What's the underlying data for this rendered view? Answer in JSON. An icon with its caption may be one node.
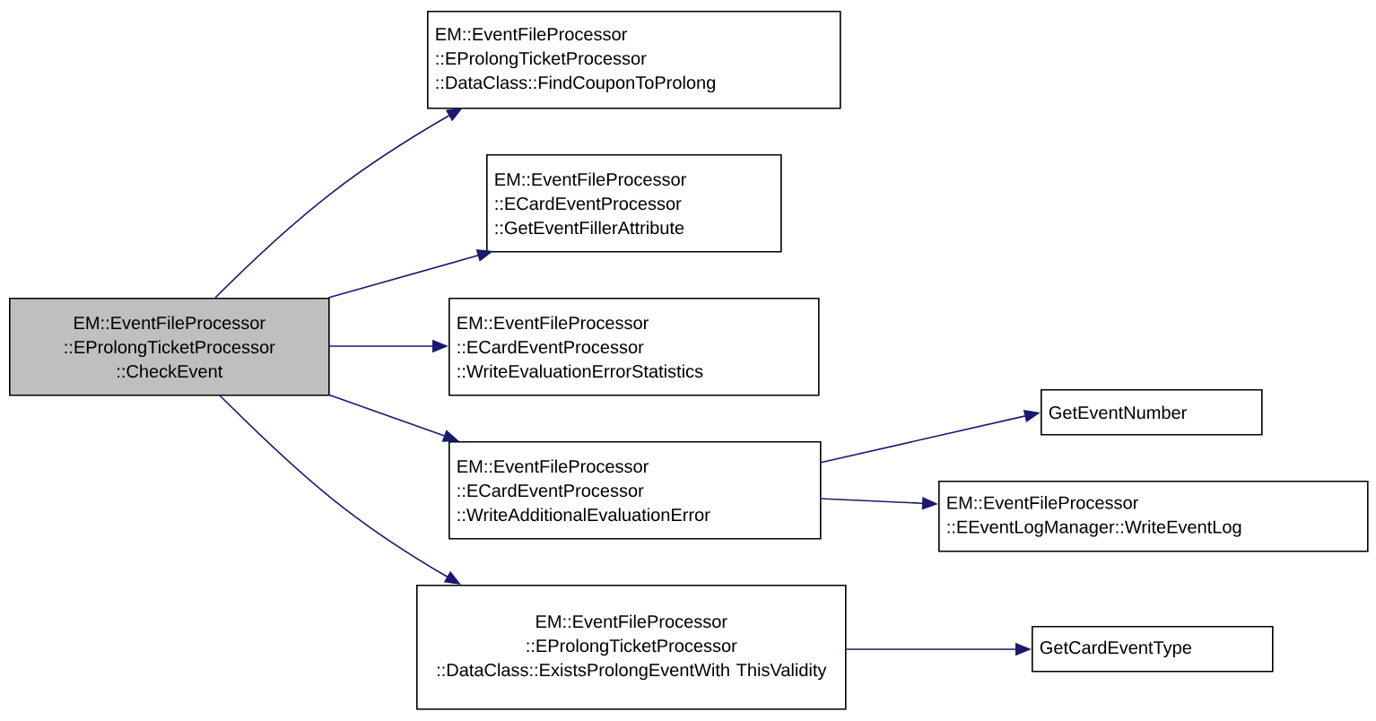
{
  "diagram": {
    "nodes": [
      {
        "text": [
          "EM::EventFileProcessor ::EProlongTicketProcessor ::CheckEvent"
        ]
      },
      {
        "text": [
          "EM::EventFileProcessor ::EProlongTicketProcessor ::DataClass::FindCouponToProlong"
        ]
      },
      {
        "text": [
          "EM::EventFileProcessor ::ECardEventProcessor ::GetEventFillerAttribute"
        ]
      },
      {
        "text": [
          "EM::EventFileProcessor ::ECardEventProcessor ::WriteEvaluationErrorStatistics"
        ]
      },
      {
        "text": [
          "EM::EventFileProcessor ::ECardEventProcessor ::WriteAdditionalEvaluationError"
        ]
      },
      {
        "text": [
          "EM::EventFileProcessor ::EProlongTicketProcessor ::DataClass::ExistsProlongEventWith ThisValidity"
        ]
      },
      {
        "text": [
          "GetEventNumber"
        ]
      },
      {
        "text": [
          "EM::EventFileProcessor ::EEventLogManager::WriteEventLog"
        ]
      },
      {
        "text": [
          "GetCardEventType"
        ]
      }
    ],
    "edges": [
      {
        "from": 0,
        "to": 1,
        "arrow": "to"
      },
      {
        "from": 0,
        "to": 2,
        "arrow": "to"
      },
      {
        "from": 0,
        "to": 3,
        "arrow": "to"
      },
      {
        "from": 0,
        "to": 4,
        "arrow": "to"
      },
      {
        "from": 0,
        "to": 5,
        "arrow": "to"
      },
      {
        "from": 4,
        "to": 6,
        "arrow": "to"
      },
      {
        "from": 4,
        "to": 7,
        "arrow": "to"
      },
      {
        "from": 5,
        "to": 8,
        "arrow": "to"
      }
    ]
  }
}
